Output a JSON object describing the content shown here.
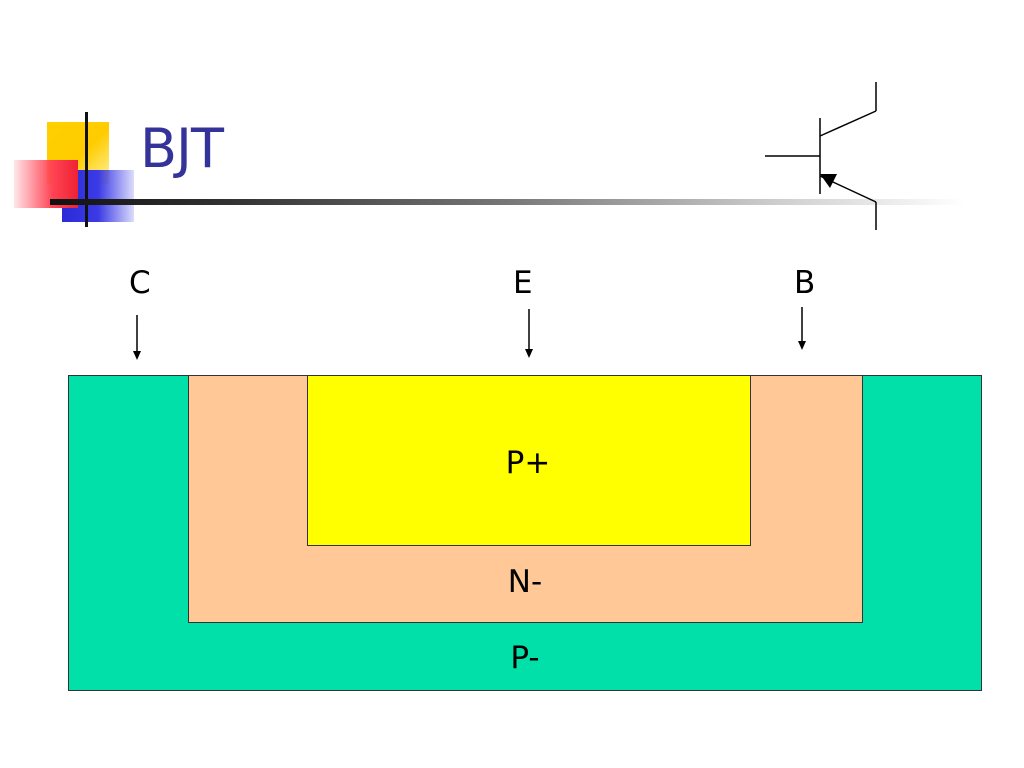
{
  "slide": {
    "title": "BJT"
  },
  "terminals": {
    "collector": "C",
    "emitter": "E",
    "base": "B"
  },
  "regions": {
    "p_plus": "P+",
    "n_minus": "N-",
    "p_minus": "P-"
  },
  "colors": {
    "title": "#333399",
    "p_plus": "#ffff00",
    "n_minus": "#ffc896",
    "p_minus": "#00e0a8"
  },
  "icons": {
    "symbol": "pnp-transistor-icon"
  }
}
